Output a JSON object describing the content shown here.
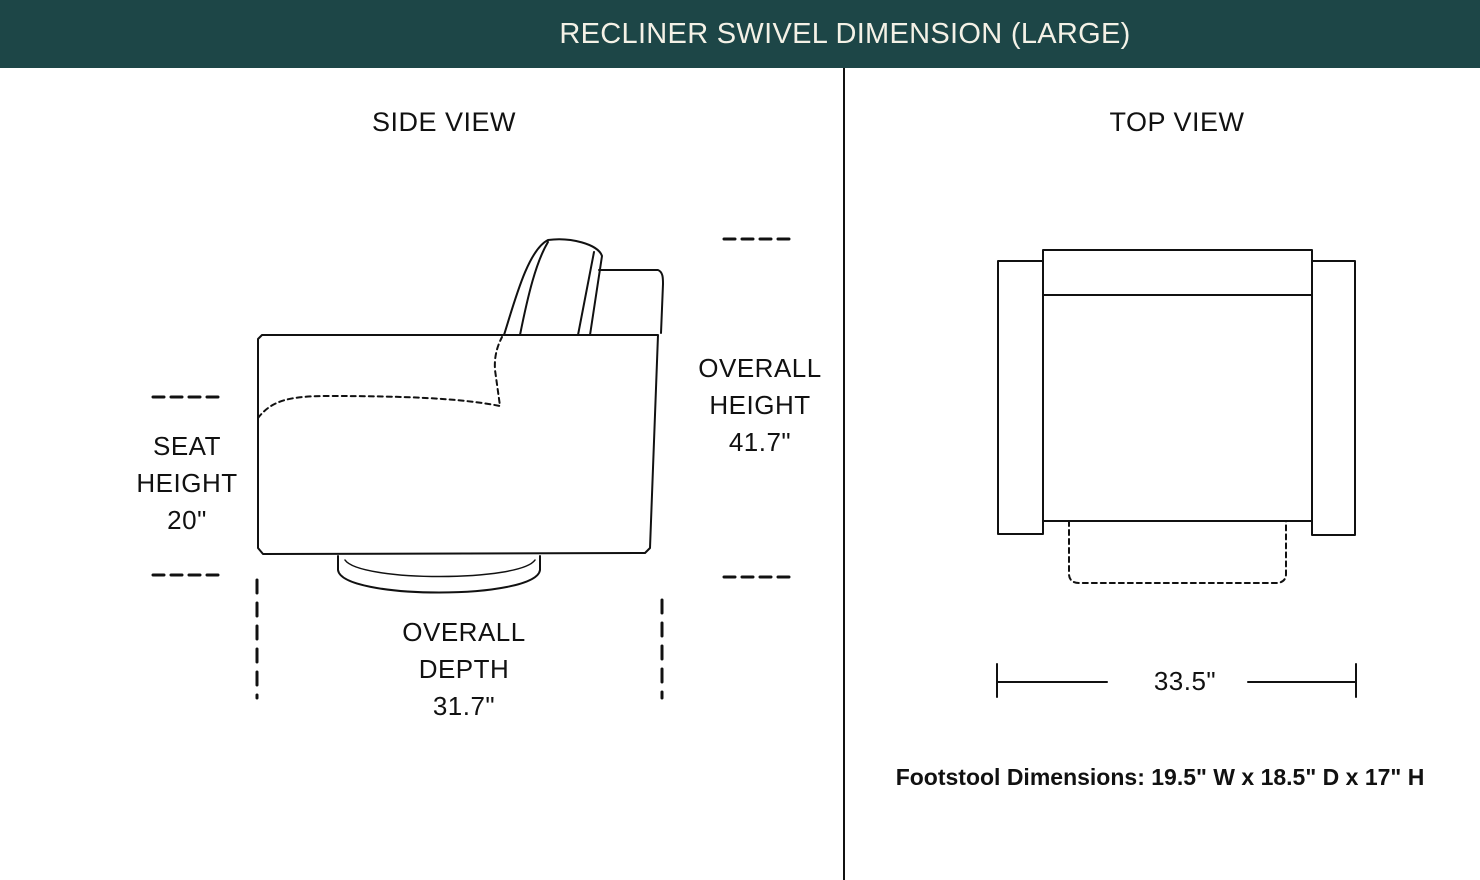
{
  "header": {
    "title": "RECLINER SWIVEL DIMENSION (LARGE)"
  },
  "side_view": {
    "title": "SIDE VIEW",
    "seat_height": {
      "lines": [
        "SEAT",
        "HEIGHT",
        "20\""
      ]
    },
    "overall_height": {
      "lines": [
        "OVERALL",
        "HEIGHT",
        "41.7\""
      ]
    },
    "overall_depth": {
      "lines": [
        "OVERALL",
        "DEPTH",
        "31.7\""
      ]
    }
  },
  "top_view": {
    "title": "TOP VIEW",
    "width_label": "33.5\""
  },
  "footstool_note": "Footstool Dimensions: 19.5\" W x 18.5\" D x 17\" H",
  "colors": {
    "header_bg": "#1d4647",
    "header_text": "#f4f1e6",
    "line": "#111111"
  }
}
